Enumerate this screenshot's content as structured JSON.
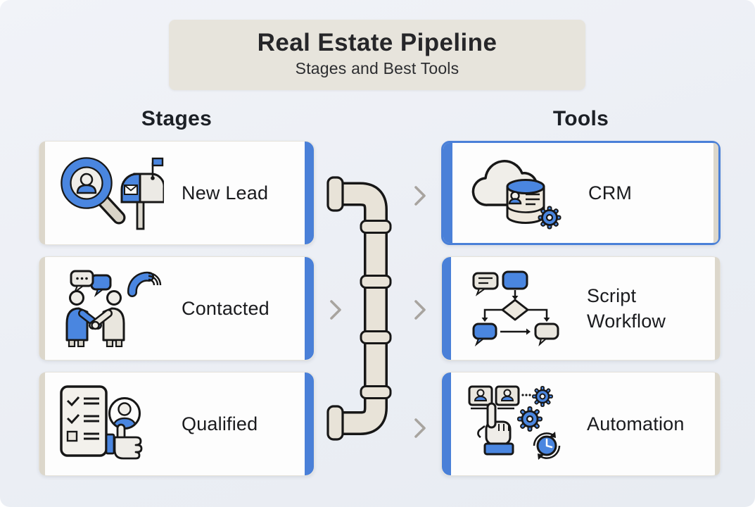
{
  "title": {
    "heading": "Real Estate Pipeline",
    "subheading": "Stages and Best Tools"
  },
  "columns": {
    "stages": {
      "label": "Stages",
      "items": [
        {
          "label": "New Lead",
          "icons": [
            "magnifier-person-icon",
            "mailbox-icon"
          ]
        },
        {
          "label": "Contacted",
          "icons": [
            "chat-bubbles-icon",
            "handshake-people-icon",
            "phone-icon"
          ]
        },
        {
          "label": "Qualified",
          "icons": [
            "checklist-icon",
            "contact-avatar-icon",
            "thumbs-up-icon"
          ]
        }
      ]
    },
    "tools": {
      "label": "Tools",
      "items": [
        {
          "label": "CRM",
          "icon": "cloud-database-gear-icon",
          "highlighted": true
        },
        {
          "label": "Script Workflow",
          "icon": "chat-flowchart-icon",
          "highlighted": false
        },
        {
          "label": "Automation",
          "icon": "automation-hand-icon",
          "highlighted": false
        }
      ]
    }
  },
  "pipeline": {
    "center_graphic": "pipe-icon",
    "connector_icon": "chevron-right-icon",
    "connector_count": 4
  },
  "colors": {
    "background": "#ebeef4",
    "title_box_bg": "#e7e4dc",
    "card_bg": "#fdfdfd",
    "accent_blue": "#4a80d8",
    "icon_blue": "#4a86e0",
    "beige_edge": "#dcd7cb",
    "pipe_fill": "#e8e3d8",
    "outline": "#171717",
    "chevron_gray": "#a8a49f",
    "text_dark": "#1a1b1e"
  }
}
